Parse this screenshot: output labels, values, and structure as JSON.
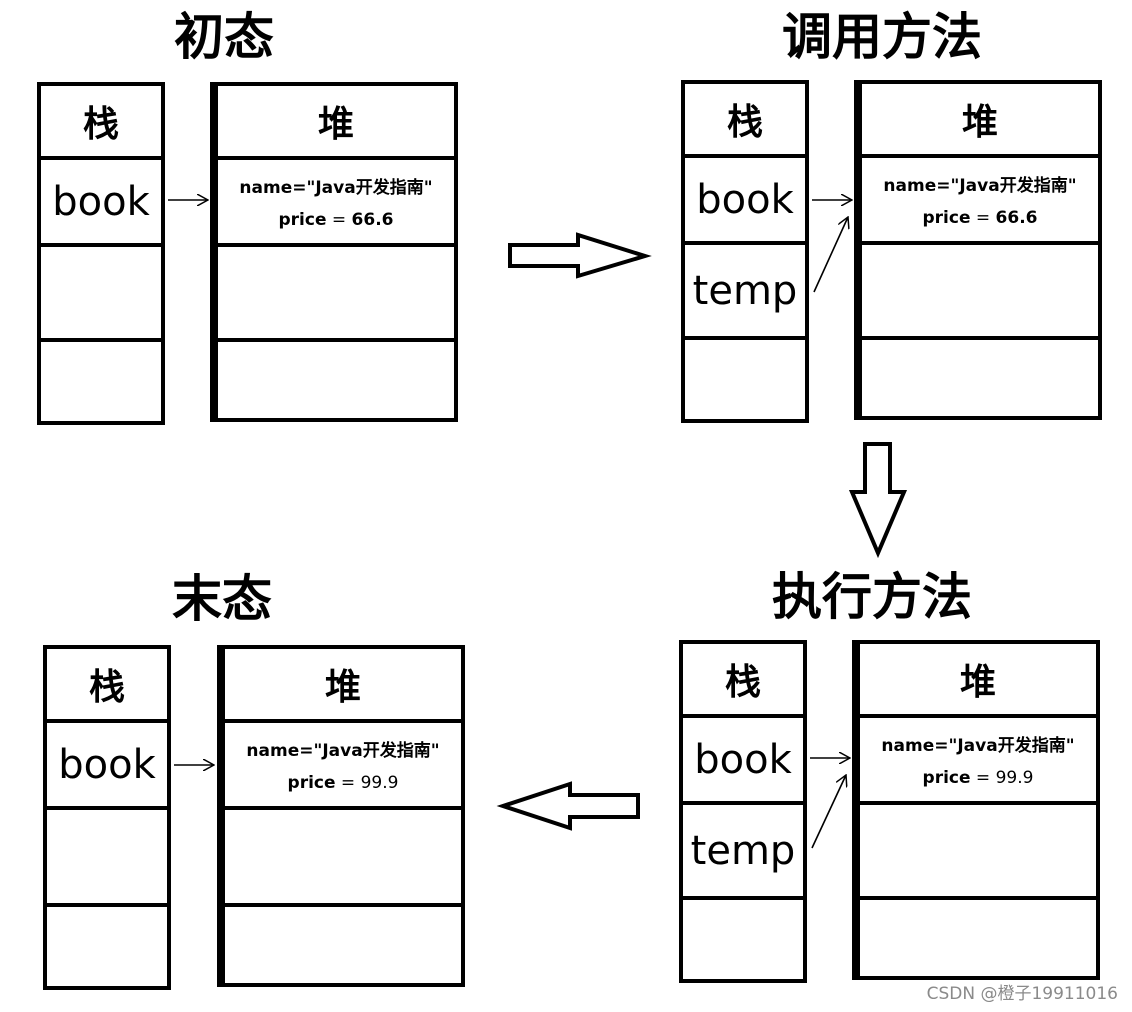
{
  "states": [
    {
      "title": "初态",
      "stack_header": "栈",
      "heap_header": "堆",
      "vars": [
        "book",
        ""
      ],
      "obj_name": "name=\"Java开发指南\"",
      "price_key": "price",
      "price_eq": " = ",
      "price_val": "66.6"
    },
    {
      "title": "调用方法",
      "stack_header": "栈",
      "heap_header": "堆",
      "vars": [
        "book",
        "temp"
      ],
      "obj_name": "name=\"Java开发指南\"",
      "price_key": "price",
      "price_eq": " = ",
      "price_val": "66.6"
    },
    {
      "title": "执行方法",
      "stack_header": "栈",
      "heap_header": "堆",
      "vars": [
        "book",
        "temp"
      ],
      "obj_name": "name=\"Java开发指南\"",
      "price_key": "price",
      "price_eq": " = ",
      "price_val": "99.9"
    },
    {
      "title": "末态",
      "stack_header": "栈",
      "heap_header": "堆",
      "vars": [
        "book",
        ""
      ],
      "obj_name": "name=\"Java开发指南\"",
      "price_key": "price",
      "price_eq": " = ",
      "price_val": "99.9"
    }
  ],
  "watermark": "CSDN @橙子19911016"
}
